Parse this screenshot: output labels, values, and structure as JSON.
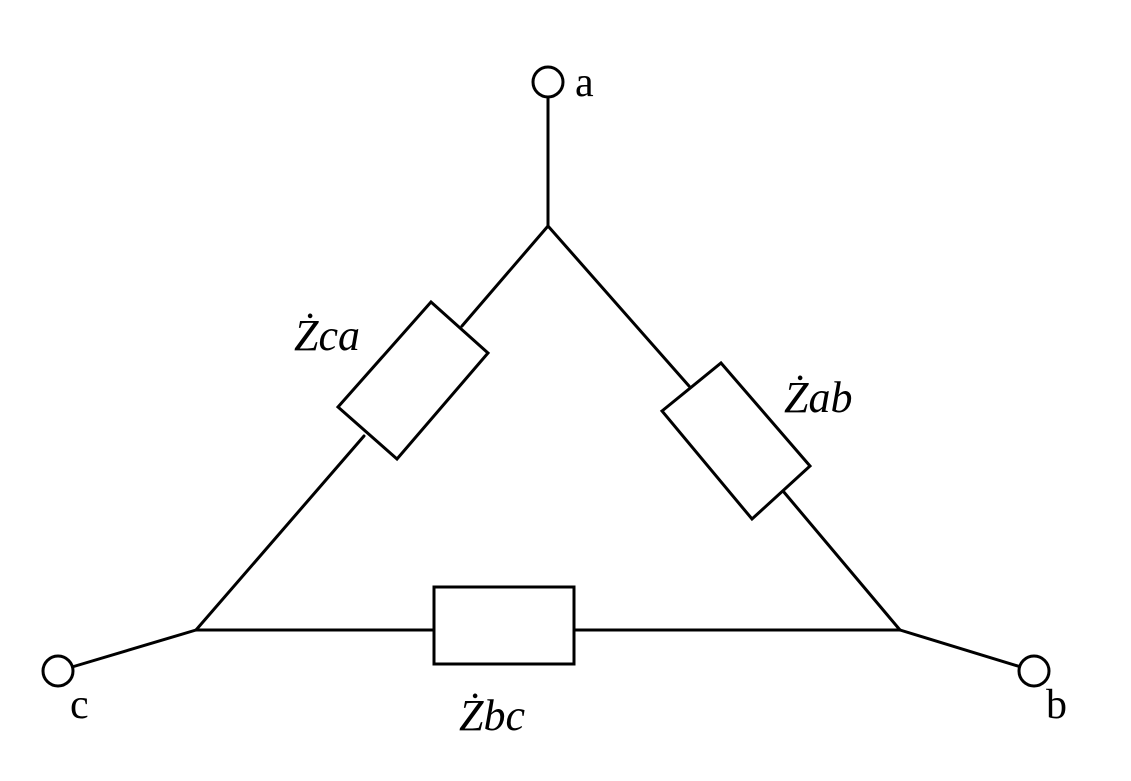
{
  "circuit": {
    "nodes": {
      "a": {
        "label": "a"
      },
      "b": {
        "label": "b"
      },
      "c": {
        "label": "c"
      }
    },
    "impedances": {
      "ca": {
        "label": "Żca"
      },
      "ab": {
        "label": "Żab"
      },
      "bc": {
        "label": "Żbc"
      }
    }
  }
}
